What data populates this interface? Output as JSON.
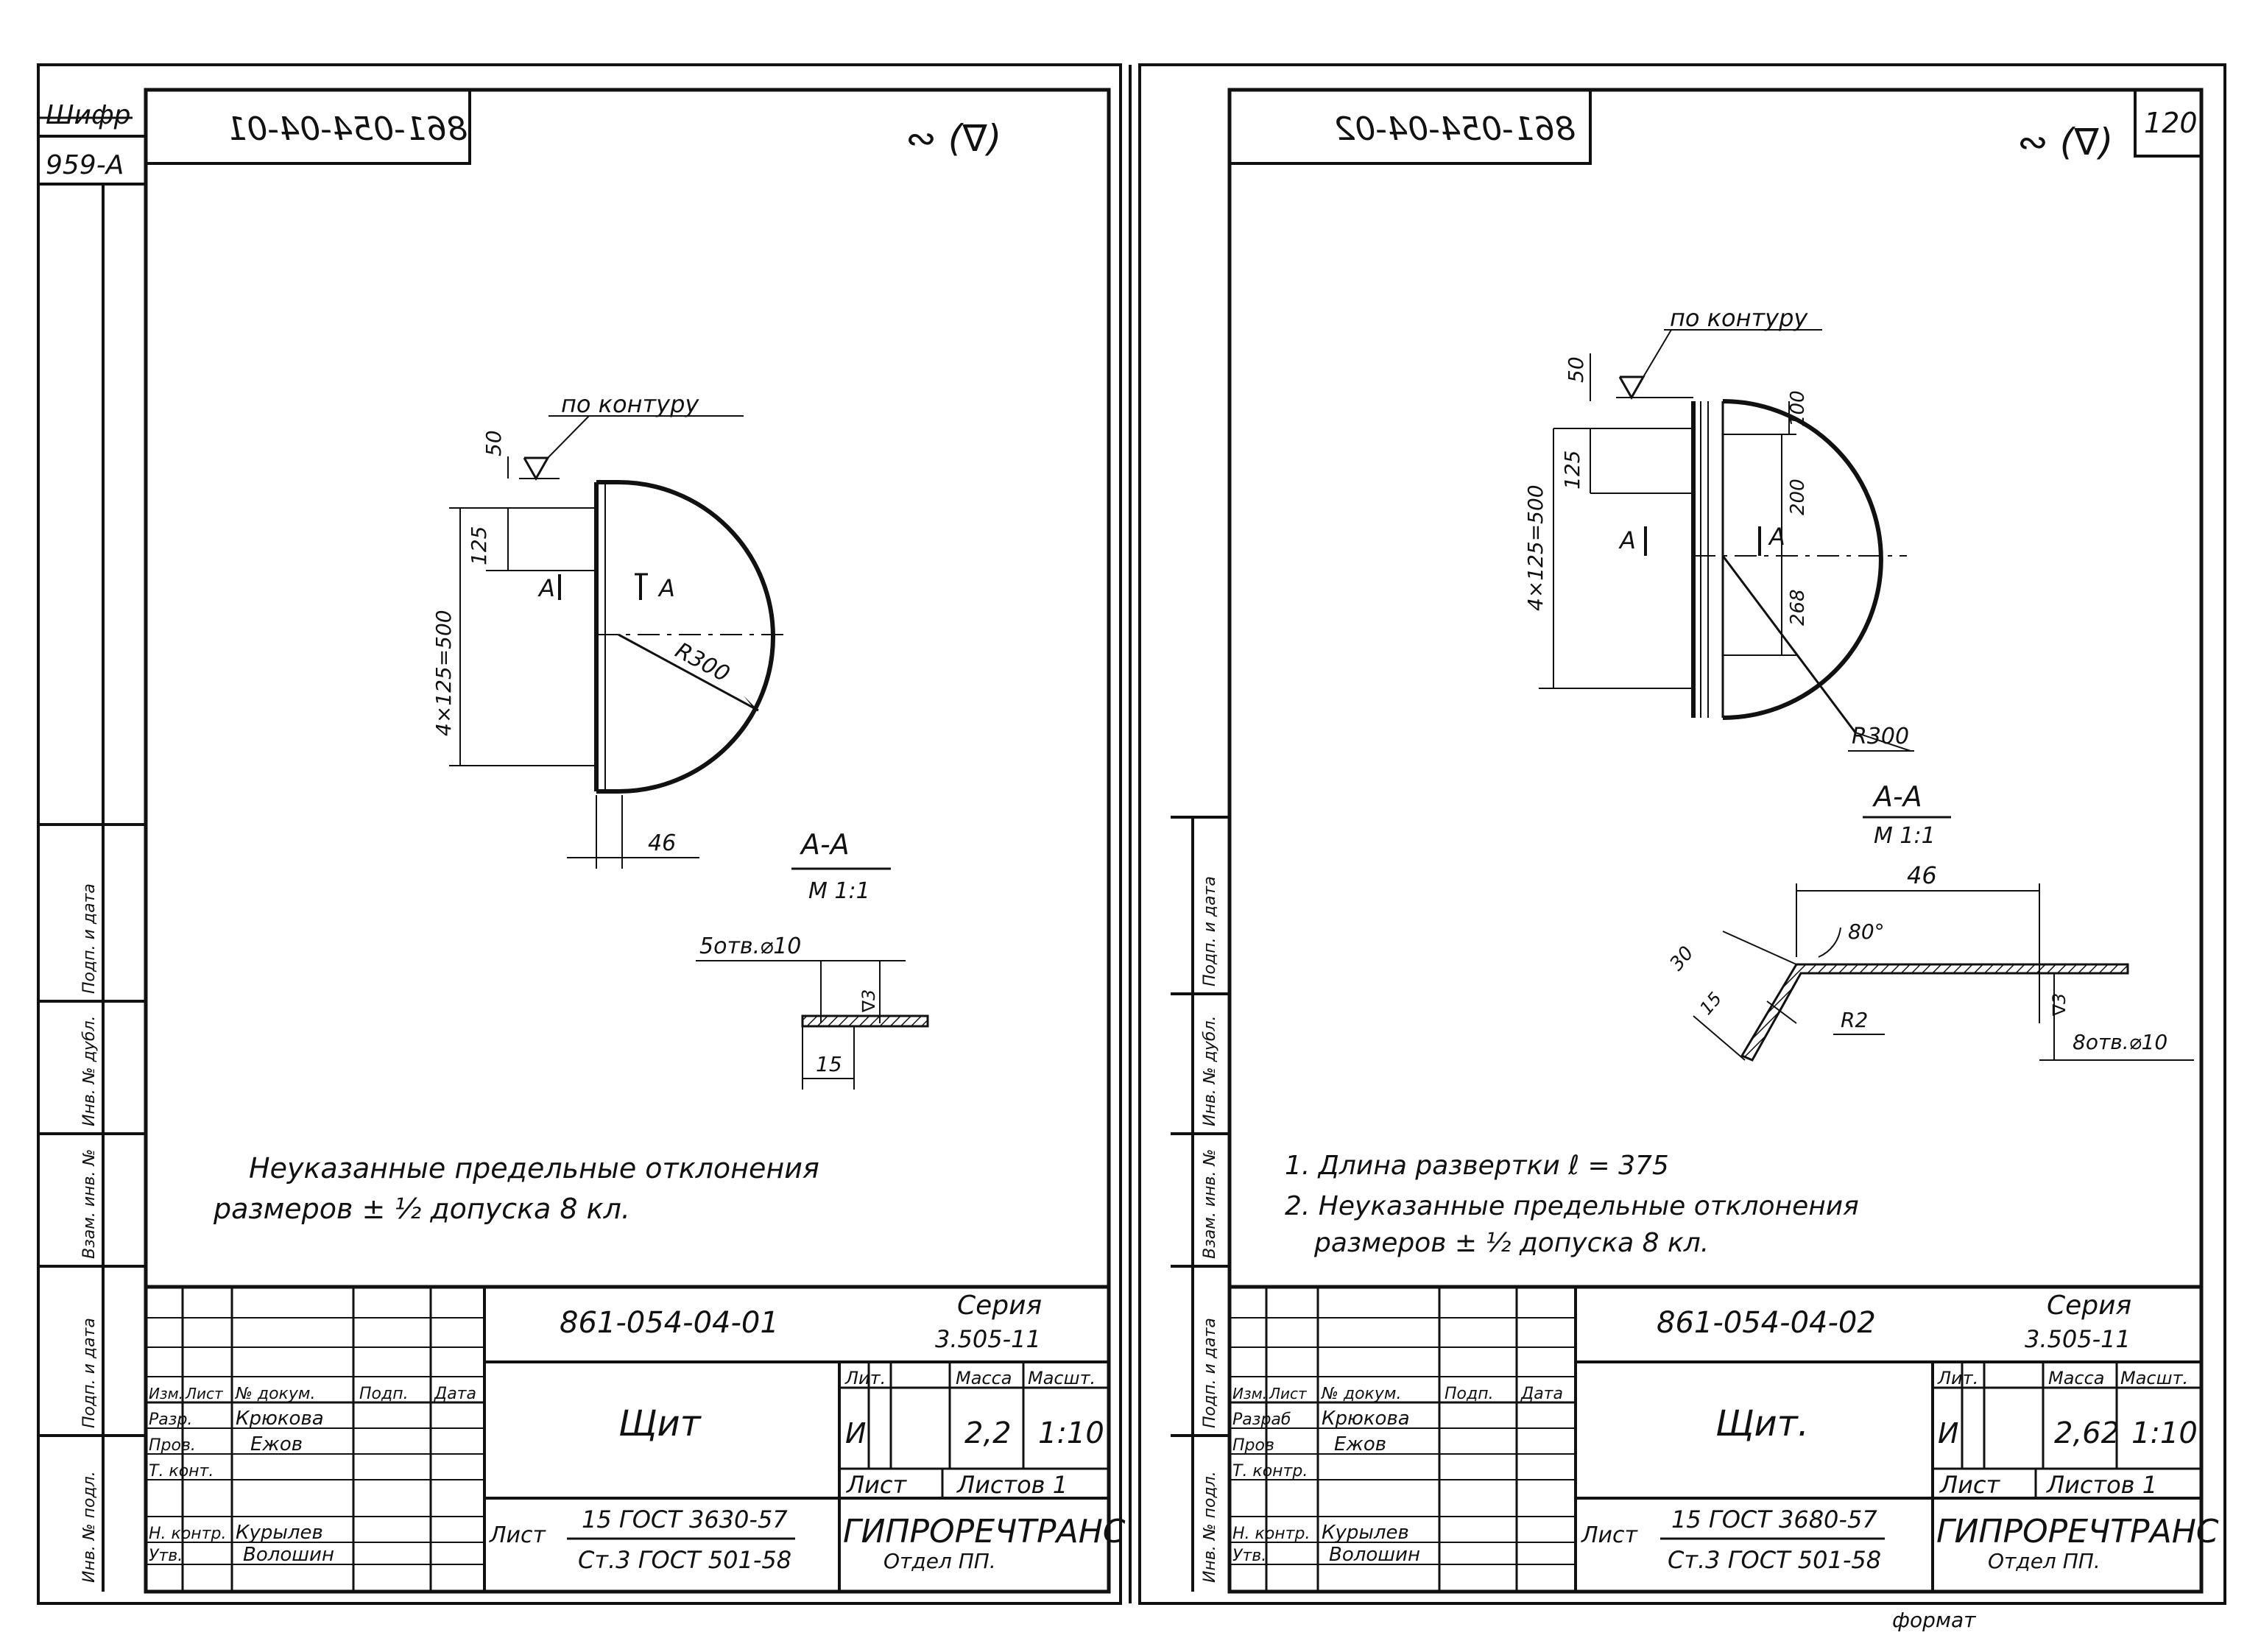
{
  "left_sheet": {
    "side_stamp_code": "Шифр",
    "side_stamp_number": "959-А",
    "side_labels": [
      "Инв. № подл.",
      "Подп. и дата",
      "Взам. инв. №",
      "Инв. № дубл.",
      "Подп. и дата"
    ],
    "top_code_mirrored": "861-054-04-01",
    "surface_symbol": "∾ (∇)",
    "contour_note": "по контуру",
    "dims": {
      "d50": "50",
      "d125": "125",
      "d4x125": "4×125=500",
      "r300": "R300",
      "d46": "46",
      "holes": "5отв.⌀10",
      "d15": "15",
      "v3": "∇3"
    },
    "section_mark": "А",
    "section_title": "А-А",
    "section_scale": "М 1:1",
    "notes": [
      "Неуказанные предельные отклонения",
      "размеров ± ½ допуска 8 кл."
    ],
    "title_block": {
      "doc_number": "861-054-04-01",
      "series_label": "Серия",
      "series_value": "3.505-11",
      "name": "Щит",
      "headers": [
        "Изм.",
        "Лист",
        "№ докум.",
        "Подп.",
        "Дата"
      ],
      "roles": [
        {
          "role": "Разр.",
          "name": "Крюкова"
        },
        {
          "role": "Пров.",
          "name": "Ежов"
        },
        {
          "role": "Т. конт.",
          "name": ""
        },
        {
          "role": "Н. контр.",
          "name": "Курылев"
        },
        {
          "role": "Утв.",
          "name": "Волошин"
        }
      ],
      "lit_label": "Лит.",
      "mass_label": "Масса",
      "scale_label": "Масшт.",
      "lit_value": "И",
      "mass_value": "2,2",
      "scale_value": "1:10",
      "sheet_label": "Лист",
      "sheets_label": "Листов 1",
      "material_top": "15 ГОСТ 3630-57",
      "material_bottom": "Ст.3 ГОСТ 501-58",
      "material_prefix": "Лист",
      "org": "ГИПРОРЕЧТРАНС",
      "dept": "Отдел ПП."
    }
  },
  "right_sheet": {
    "page_number": "120",
    "top_code_mirrored": "861-054-04-02",
    "surface_symbol": "∾ (∇)",
    "contour_note": "по контуру",
    "dims": {
      "d50": "50",
      "d125": "125",
      "d4x125": "4×125=500",
      "d100": "100",
      "d200": "200",
      "d268": "268",
      "r300": "R300",
      "d46": "46",
      "angle": "80°",
      "d30": "30",
      "d15": "15",
      "r2": "R2",
      "v3": "∇3",
      "holes": "8отв.⌀10"
    },
    "section_mark": "А",
    "section_title": "А-А",
    "section_scale": "М 1:1",
    "notes": [
      "1. Длина развертки ℓ = 375",
      "2. Неуказанные предельные отклонения",
      "размеров ± ½ допуска 8 кл."
    ],
    "title_block": {
      "doc_number": "861-054-04-02",
      "series_label": "Серия",
      "series_value": "3.505-11",
      "name": "Щит.",
      "headers": [
        "Изм.",
        "Лист",
        "№ докум.",
        "Подп.",
        "Дата"
      ],
      "roles": [
        {
          "role": "Разраб",
          "name": "Крюкова"
        },
        {
          "role": "Пров",
          "name": "Ежов"
        },
        {
          "role": "Т. контр.",
          "name": ""
        },
        {
          "role": "Н. контр.",
          "name": "Курылев"
        },
        {
          "role": "Утв.",
          "name": "Волошин"
        }
      ],
      "lit_label": "Лит.",
      "mass_label": "Масса",
      "scale_label": "Масшт.",
      "lit_value": "И",
      "mass_value": "2,62",
      "scale_value": "1:10",
      "sheet_label": "Лист",
      "sheets_label": "Листов 1",
      "material_top": "15 ГОСТ 3680-57",
      "material_bottom": "Ст.3 ГОСТ 501-58",
      "material_prefix": "Лист",
      "org": "ГИПРОРЕЧТРАНС",
      "dept": "Отдел ПП.",
      "format_label": "формат"
    }
  }
}
